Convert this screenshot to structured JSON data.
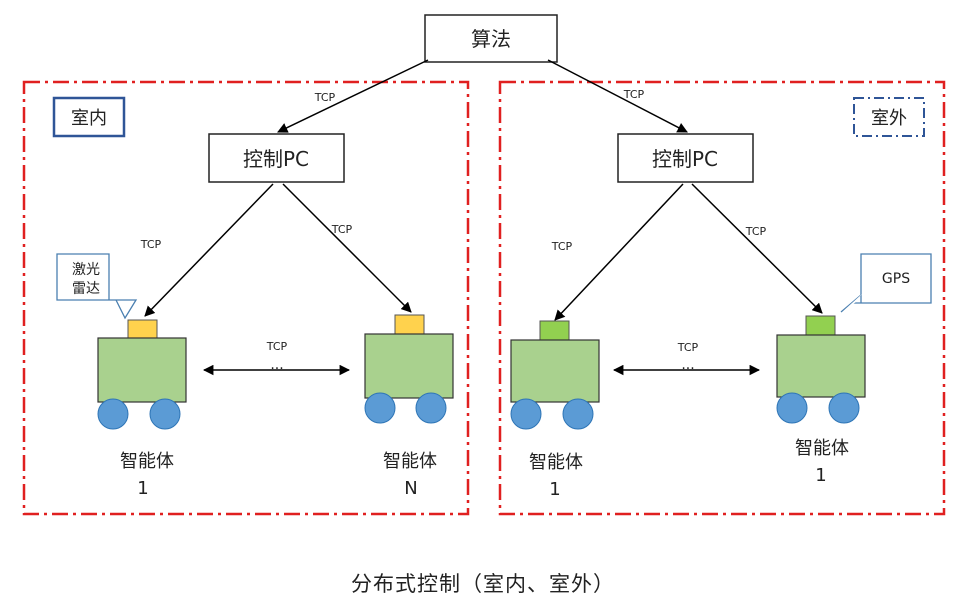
{
  "diagram": {
    "top_node": "算法",
    "caption": "分布式控制（室内、室外）",
    "indoor": {
      "region_label": "室内",
      "controller": "控制PC",
      "link_top": "TCP",
      "link_left": "TCP",
      "link_right": "TCP",
      "link_peer": "TCP",
      "ellipsis": "···",
      "sensor_callout": [
        "激光",
        "雷达"
      ],
      "agent_left": {
        "name": "智能体",
        "id": "1"
      },
      "agent_right": {
        "name": "智能体",
        "id": "N"
      }
    },
    "outdoor": {
      "region_label": "室外",
      "controller": "控制PC",
      "link_top": "TCP",
      "link_left": "TCP",
      "link_right": "TCP",
      "link_peer": "TCP",
      "ellipsis": "···",
      "sensor_callout": "GPS",
      "agent_left": {
        "name": "智能体",
        "id": "1"
      },
      "agent_right": {
        "name": "智能体",
        "id": "1"
      }
    }
  },
  "colors": {
    "region_border": "#e02020",
    "indoor_tag_border": "#2f5597",
    "outdoor_tag_border": "#2f5597",
    "robot_body": "#a9d18e",
    "robot_body_border": "#333333",
    "wheel": "#5b9bd5",
    "wheel_border": "#2e75b6",
    "lidar": "#ffd24d",
    "gps": "#92d050",
    "callout_border": "#4a7fb0"
  }
}
